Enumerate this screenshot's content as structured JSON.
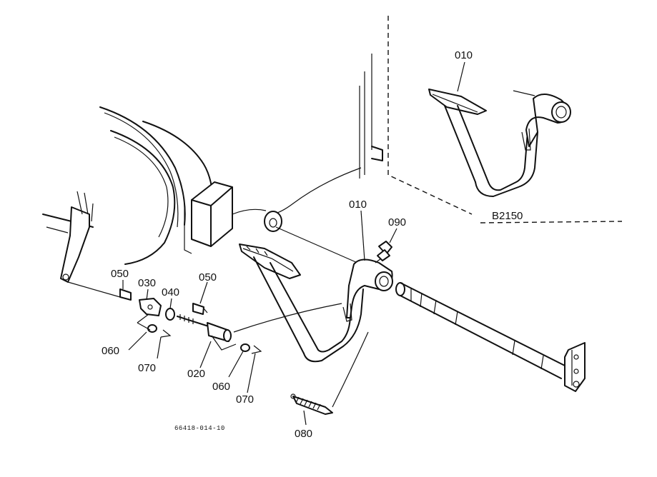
{
  "diagram": {
    "variant_label": "B2150",
    "drawing_code": "66418-014-10",
    "callouts": [
      {
        "key": "pedal_inset",
        "text": "010"
      },
      {
        "key": "pedal_main",
        "text": "010"
      },
      {
        "key": "grease_fitting",
        "text": "090"
      },
      {
        "key": "pin_left",
        "text": "050"
      },
      {
        "key": "yoke",
        "text": "030"
      },
      {
        "key": "nut",
        "text": "040"
      },
      {
        "key": "pin_right",
        "text": "050"
      },
      {
        "key": "washer_left",
        "text": "060"
      },
      {
        "key": "cotter_left",
        "text": "070"
      },
      {
        "key": "rod",
        "text": "020"
      },
      {
        "key": "washer_right",
        "text": "060"
      },
      {
        "key": "cotter_right",
        "text": "070"
      },
      {
        "key": "spring",
        "text": "080"
      }
    ]
  }
}
